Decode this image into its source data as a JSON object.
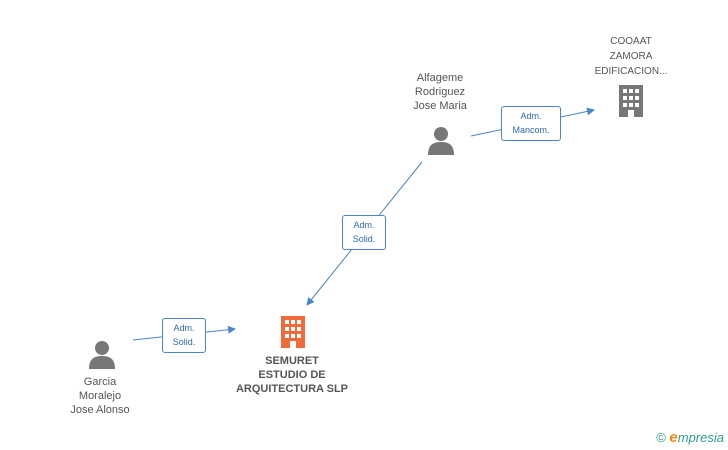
{
  "nodes": {
    "alfageme": {
      "label": "Alfageme\nRodriguez\nJose Maria",
      "icon": "person-icon"
    },
    "garcia": {
      "label": "Garcia\nMoralejo\nJose Alonso",
      "icon": "person-icon"
    },
    "cooaat": {
      "label": "COOAAT\nZAMORA\nEDIFICACION...",
      "icon": "building-icon"
    },
    "semuret": {
      "label": "SEMURET\nESTUDIO DE\nARQUITECTURA SLP",
      "icon": "building-icon"
    }
  },
  "edges": {
    "alfageme_to_cooaat": "Adm.\nMancom.",
    "alfageme_to_semuret": "Adm.\nSolid.",
    "garcia_to_semuret": "Adm.\nSolid."
  },
  "footer": {
    "copyright_symbol": "©",
    "brand_e": "e",
    "brand_rest": "mpresia"
  },
  "colors": {
    "person": "#777777",
    "building": "#777777",
    "main_building": "#f06a3c",
    "edge": "#4a86c8"
  }
}
